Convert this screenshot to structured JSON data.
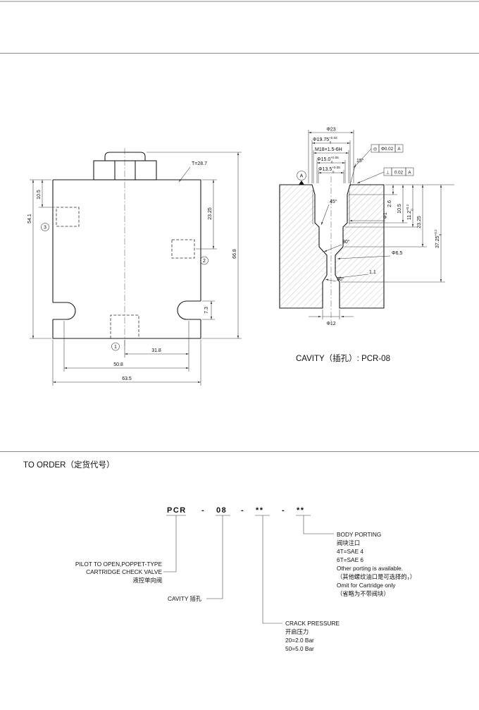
{
  "sections": {
    "cavity_caption": "CAVITY（插孔）: PCR-08",
    "to_order_title": "TO ORDER（定货代号）"
  },
  "body_view": {
    "t_dim": "T=28.7",
    "dims": {
      "d10_5": "10.5",
      "d54_1": "54.1",
      "d23_25": "23.25",
      "d66_8": "66.8",
      "d7_3": "7.3",
      "d31_8": "31.8",
      "d50_8": "50.8",
      "d63_5": "63.5"
    },
    "ports": {
      "p1": "1",
      "p2": "2",
      "p3": "3"
    }
  },
  "cavity_view": {
    "top_dims": {
      "d23": "Φ23",
      "d19_75": {
        "v": "Φ19.75",
        "up": "+0.03",
        "low": "0"
      },
      "thread": "M18×1.5-6H",
      "d15": {
        "v": "Φ15.0",
        "up": "+0.05",
        "low": "0"
      },
      "d13_5": {
        "v": "Φ13.5",
        "up": "+0.05",
        "low": "0"
      },
      "a15": "15°"
    },
    "gdt": {
      "conc": {
        "sym": "◎",
        "tol": "Φ0.02",
        "datum": "A"
      },
      "perp": {
        "sym": "⊥",
        "tol": "0.02",
        "datum": "A"
      },
      "datum_label": "A"
    },
    "side_dims": {
      "d2_6": "2.6",
      "d10_5": "10.5",
      "d11_2": {
        "v": "11.2",
        "up": "+0.2",
        "low": "0"
      },
      "d23_25": "23.25",
      "d37_25": {
        "v": "37.25",
        "up": "+0.2",
        "low": "0"
      },
      "d1": "Φ1",
      "d6_5": "Φ6.5",
      "a30a": "30°",
      "a30b": "30°",
      "d1_1": "1.1",
      "a45": "45°",
      "d12": "Φ12"
    }
  },
  "order": {
    "code": {
      "p1": "PCR",
      "s1": "-",
      "p2": "08",
      "s2": "-",
      "p3": "**",
      "s3": "-",
      "p4": "**"
    },
    "pilot_label": [
      "PILOT TO OPEN,POPPET-TYPE",
      "CARTRIDGE CHECK VALVE",
      "液控单向阀"
    ],
    "cavity_label": "CAVITY 插孔",
    "crack": [
      "CRACK PRESSURE",
      "开启压力",
      "20=2.0 Bar",
      "50=5.0 Bar"
    ],
    "porting": [
      "BODY PORTING",
      "阀块注口",
      "4T=SAE 4",
      "6T=SAE 6",
      "Other porting is available.",
      "（其他螺纹油口是可选择的，）",
      "Omit for Cartridge only",
      "（省略为不带阀块）"
    ]
  }
}
